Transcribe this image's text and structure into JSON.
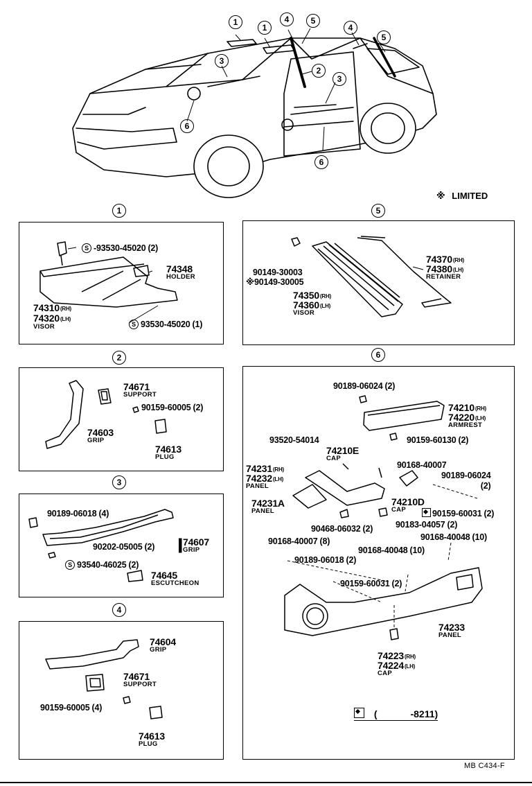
{
  "limited_note": {
    "mark": "※",
    "text": "LIMITED"
  },
  "car_callouts": [
    "1",
    "1",
    "4",
    "5",
    "4",
    "5",
    "3",
    "2",
    "3",
    "6",
    "6"
  ],
  "sections": {
    "s1": {
      "heading": "1",
      "parts": {
        "screw_top": {
          "mark": "S",
          "number": "-93530-45020",
          "qty": "(2)"
        },
        "holder": {
          "number": "74348",
          "name": "HOLDER"
        },
        "visor_rh": {
          "number": "74310",
          "suffix": "(RH)"
        },
        "visor_lh": {
          "number": "74320",
          "suffix": "(LH)"
        },
        "visor_name": "VISOR",
        "screw_bottom": {
          "mark": "S",
          "number": "93530-45020",
          "qty": "(1)"
        }
      }
    },
    "s2": {
      "heading": "2",
      "parts": {
        "support": {
          "number": "74671",
          "name": "SUPPORT"
        },
        "screw": {
          "number": "90159-60005",
          "qty": "(2)"
        },
        "grip": {
          "number": "74603",
          "name": "GRIP"
        },
        "plug": {
          "number": "74613",
          "name": "PLUG"
        }
      }
    },
    "s3": {
      "heading": "3",
      "parts": {
        "clip": {
          "number": "90189-06018",
          "qty": "(4)"
        },
        "nut": {
          "number": "90202-05005",
          "qty": "(2)"
        },
        "screw": {
          "mark": "S",
          "number": "93540-46025",
          "qty": "(2)"
        },
        "grip": {
          "number": "74607",
          "name": "GRIP"
        },
        "escutcheon": {
          "number": "74645",
          "name": "ESCUTCHEON"
        }
      }
    },
    "s4": {
      "heading": "4",
      "parts": {
        "grip": {
          "number": "74604",
          "name": "GRIP"
        },
        "support": {
          "number": "74671",
          "name": "SUPPORT"
        },
        "screw": {
          "number": "90159-60005",
          "qty": "(4)"
        },
        "plug": {
          "number": "74613",
          "name": "PLUG"
        }
      }
    },
    "s5": {
      "heading": "5",
      "parts": {
        "retainer_rh": {
          "number": "74370",
          "suffix": "(RH)"
        },
        "retainer_lh": {
          "number": "74380",
          "suffix": "(LH)"
        },
        "retainer_name": "RETAINER",
        "clip_std": {
          "number": "90149-30003"
        },
        "clip_ltd": {
          "mark": "※",
          "number": "90149-30005"
        },
        "visor_rh": {
          "number": "74350",
          "suffix": "(RH)"
        },
        "visor_lh": {
          "number": "74360",
          "suffix": "(LH)"
        },
        "visor_name": "VISOR"
      }
    },
    "s6": {
      "heading": "6",
      "parts": {
        "clip_top": {
          "number": "90189-06024",
          "qty": "(2)"
        },
        "armrest_rh": {
          "number": "74210",
          "suffix": "(RH)"
        },
        "armrest_lh": {
          "number": "74220",
          "suffix": "(LH)"
        },
        "armrest_name": "ARMREST",
        "screw_armrest": {
          "number": "90159-60130",
          "qty": "(2)"
        },
        "screw_s": {
          "number": "93520-54014"
        },
        "cap_e": {
          "number": "74210E",
          "name": "CAP"
        },
        "panel_rh": {
          "number": "74231",
          "suffix": "(RH)"
        },
        "panel_lh": {
          "number": "74232",
          "suffix": "(LH)"
        },
        "panel_name": "PANEL",
        "bolt_a": {
          "number": "90168-40007"
        },
        "clip_right": {
          "number": "90189-06024",
          "qty": "(2)"
        },
        "panel_a": {
          "number": "74231A",
          "name": "PANEL"
        },
        "cap_d": {
          "number": "74210D",
          "name": "CAP"
        },
        "screw_sq": {
          "number": "90159-60031",
          "qty": "(2)"
        },
        "clip_mid": {
          "number": "90468-06032",
          "qty": "(2)"
        },
        "cap_nut": {
          "number": "90183-04057",
          "qty": "(2)"
        },
        "bolt_b": {
          "number": "90168-40007",
          "qty": "(8)"
        },
        "bolt_c1": {
          "number": "90168-40048",
          "qty": "(10)"
        },
        "bolt_c2": {
          "number": "90168-40048",
          "qty": "(10)"
        },
        "clip_low": {
          "number": "90189-06018",
          "qty": "(2)"
        },
        "screw_low": {
          "number": "90159-60031",
          "qty": "(2)"
        },
        "panel_main": {
          "number": "74233",
          "name": "PANEL"
        },
        "cap_rh": {
          "number": "74223",
          "suffix": "(RH)"
        },
        "cap_lh": {
          "number": "74224",
          "suffix": "(LH)"
        },
        "cap_name": "CAP",
        "footnote": {
          "open": "(",
          "range": "-8211)"
        }
      }
    }
  },
  "figure_code": "MB C434-F"
}
